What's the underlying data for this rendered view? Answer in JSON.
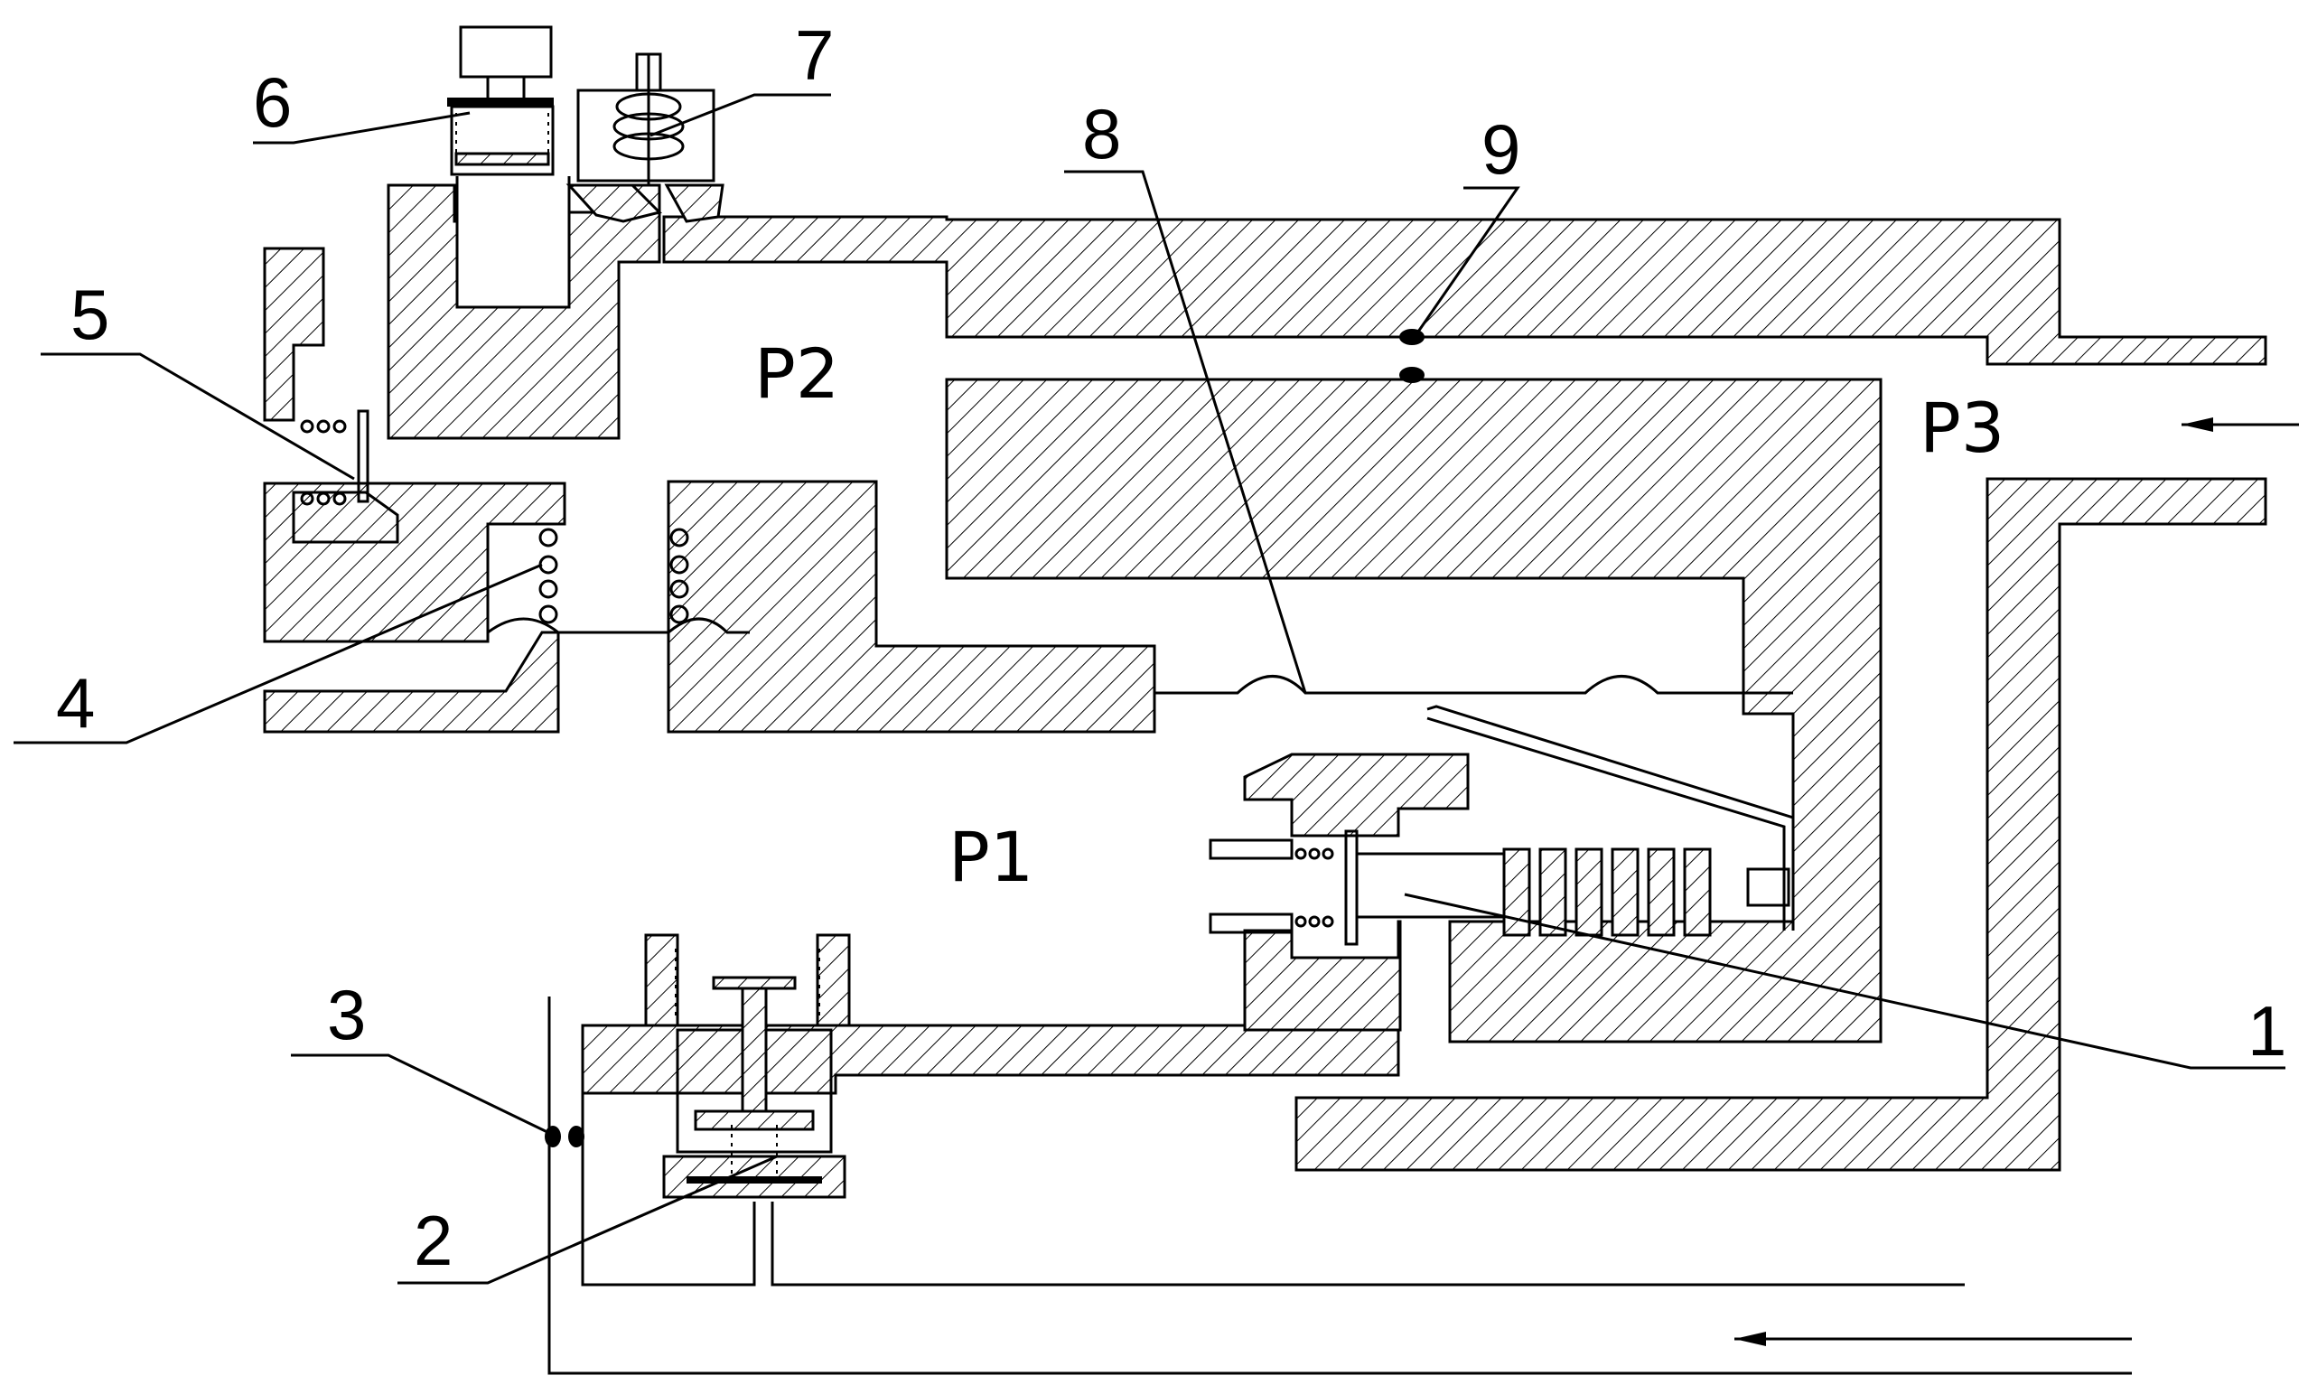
{
  "diagram": {
    "pressure_labels": {
      "p1": "P1",
      "p2": "P2",
      "p3": "P3"
    },
    "callouts": [
      "1",
      "2",
      "3",
      "4",
      "5",
      "6",
      "7",
      "8",
      "9"
    ]
  }
}
